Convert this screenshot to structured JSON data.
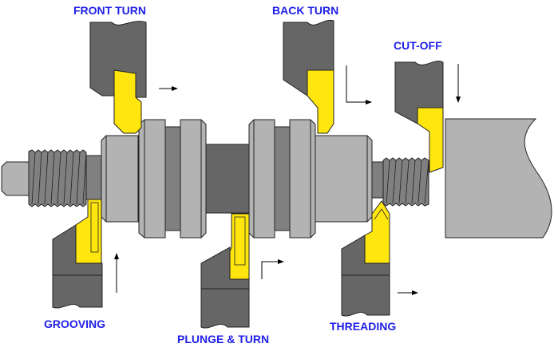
{
  "labels": {
    "front_turn": "FRONT TURN",
    "back_turn": "BACK TURN",
    "cut_off": "CUT-OFF",
    "grooving": "GROOVING",
    "plunge_turn": "PLUNGE & TURN",
    "threading": "THREADING"
  },
  "colors": {
    "label": "#1f1fe8",
    "insert": "#ffe60f",
    "holder": "#666666",
    "part_light": "#b3b3b3",
    "part_mid": "#808080",
    "part_dark": "#666666"
  }
}
